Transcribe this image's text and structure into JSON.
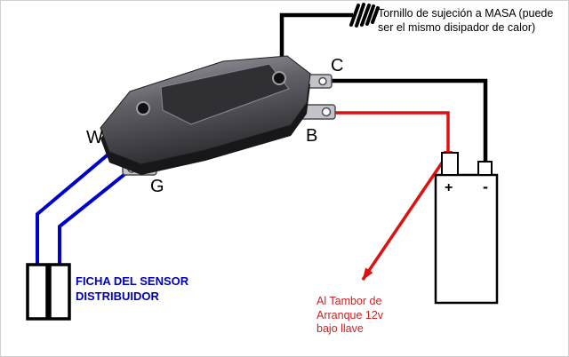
{
  "diagram": {
    "ground_note": "Tornillo de sujeción a MASA (puede\nser el mismo disipador de calor)",
    "terminals": {
      "w": "W",
      "g": "G",
      "b": "B",
      "c": "C"
    },
    "sensor_note": "FICHA DEL SENSOR\nDISTRIBUIDOR",
    "starter_note": "Al Tambor de\nArranque 12v\nbajo llave",
    "battery": {
      "plus": "+",
      "minus": "-"
    },
    "colors": {
      "ground_wire": "#000000",
      "sensor_wire": "#0000cc",
      "power_wire": "#dd1111",
      "sensor_text": "#0000bb",
      "starter_text": "#cc2222"
    }
  }
}
